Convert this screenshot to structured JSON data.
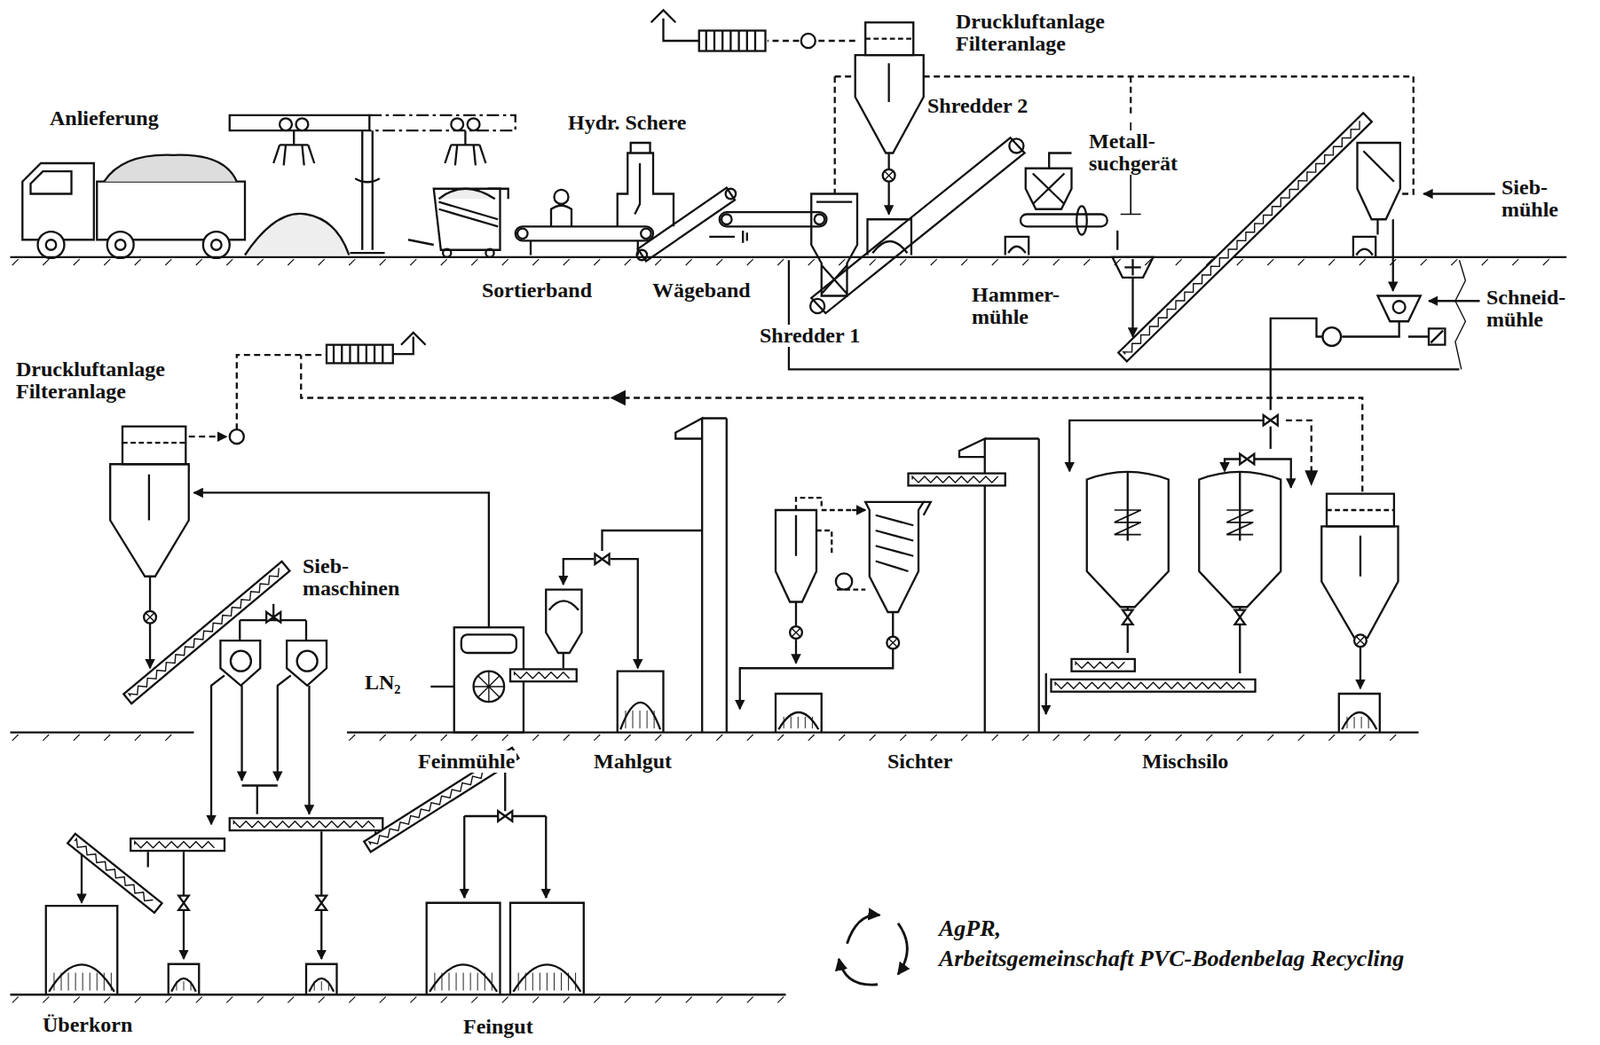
{
  "diagram": {
    "labels": [
      "Anlieferung",
      "Hydr. Schere",
      "Druckluftanlage Filteranlage",
      "Shredder 2",
      "Metall- suchgerät",
      "Sieb- mühle",
      "Sortierband",
      "Wägeband",
      "Hammer- mühle",
      "Schneid- mühle",
      "Shredder 1",
      "Druckluftanlage Filteranlage",
      "Sieb- maschinen",
      "LN₂",
      "Feinmühle",
      "Mahlgut",
      "Sichter",
      "Mischsilo",
      "Überkorn",
      "Feingut",
      "AgPR,",
      "Arbeitsgemeinschaft PVC-Bodenbelag Recycling"
    ]
  }
}
